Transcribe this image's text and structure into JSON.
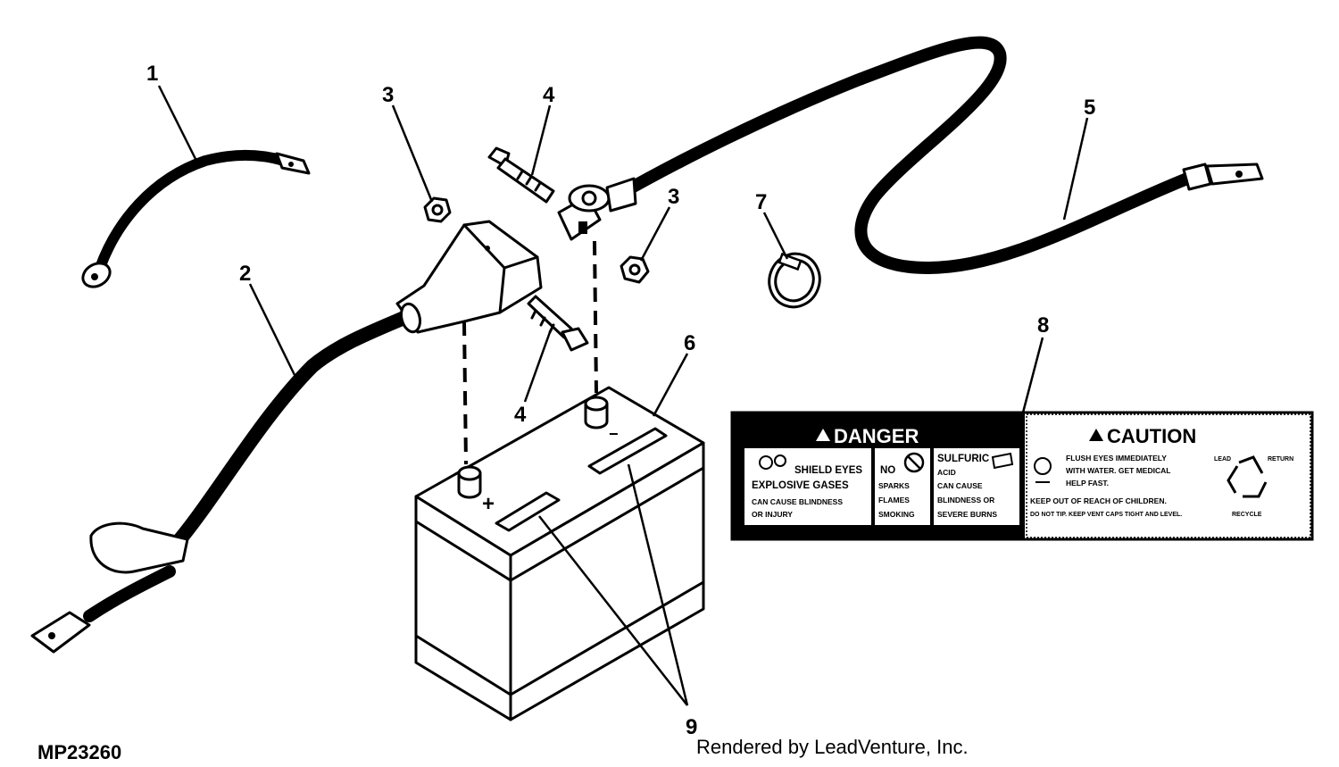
{
  "figure_code": "MP23260",
  "credit": "Rendered by LeadVenture, Inc.",
  "callouts": {
    "c1": "1",
    "c2": "2",
    "c3a": "3",
    "c3b": "3",
    "c4a": "4",
    "c4b": "4",
    "c5": "5",
    "c6": "6",
    "c7": "7",
    "c8": "8",
    "c9": "9"
  },
  "battery": {
    "positive_mark": "+",
    "negative_mark": "−"
  },
  "label": {
    "danger": {
      "title": "DANGER",
      "panel1": [
        "SHIELD EYES",
        "EXPLOSIVE GASES",
        "CAN CAUSE BLINDNESS",
        "OR INJURY"
      ],
      "panel2": [
        "NO",
        "SPARKS",
        "FLAMES",
        "SMOKING"
      ],
      "panel3": [
        "SULFURIC",
        "ACID",
        "CAN CAUSE",
        "BLINDNESS OR",
        "SEVERE BURNS"
      ]
    },
    "caution": {
      "title": "CAUTION",
      "lines": [
        "FLUSH EYES IMMEDIATELY",
        "WITH WATER. GET MEDICAL",
        "HELP FAST."
      ],
      "keep_out": "KEEP OUT OF REACH OF CHILDREN.",
      "do_not_tip": "DO NOT TIP. KEEP VENT CAPS TIGHT AND LEVEL.",
      "recycle": "RECYCLE",
      "lead": "LEAD",
      "return": "RETURN"
    }
  },
  "colors": {
    "ink": "#000000",
    "paper": "#ffffff"
  }
}
